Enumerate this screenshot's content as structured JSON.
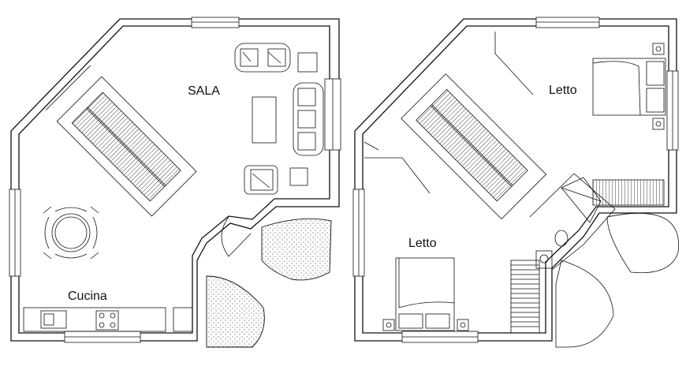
{
  "labels": {
    "sala": "SALA",
    "cucina": "Cucina",
    "letto_upper": "Letto",
    "letto_lower": "Letto"
  },
  "colors": {
    "line": "#111111",
    "background": "#ffffff",
    "hatch": "#555555"
  }
}
